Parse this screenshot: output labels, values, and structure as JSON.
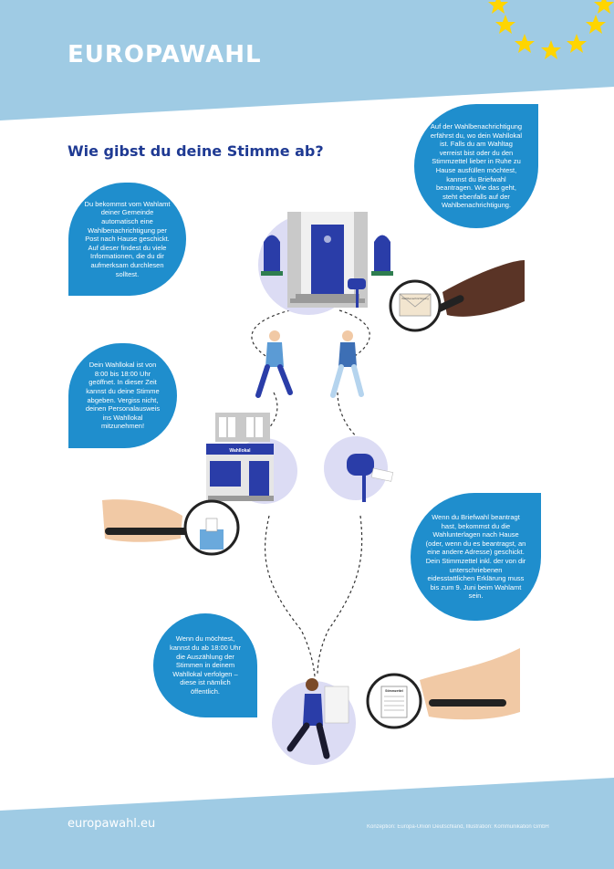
{
  "header": {
    "title": "EUROPAWAHL"
  },
  "main": {
    "heading": "Wie gibst du deine Stimme ab?",
    "bubbles": {
      "notification": "Du bekommst vom Wahlamt deiner Gemeinde automatisch eine Wahlbenachrichtigung per Post nach Hause geschickt. Auf dieser findest du viele Informationen, die du dir aufmerksam durchlesen solltest.",
      "polling_place_info": "Auf der Wahlbenachrichtigung erfährst du, wo dein Wahllokal ist. Falls du am Wahltag verreist bist oder du den Stimmzettel lieber in Ruhe zu Hause ausfüllen möchtest, kannst du Briefwahl beantragen. Wie das geht, steht ebenfalls auf der Wahlbenachrichtigung.",
      "opening_hours": "Dein Wahllokal ist von 8:00 bis 18:00 Uhr geöffnet. In dieser Zeit kannst du deine Stimme abgeben. Vergiss nicht, deinen Personalausweis ins Wahllokal mitzunehmen!",
      "postal_vote": "Wenn du Briefwahl beantragt hast, bekommst du die Wahlunterlagen nach Hause (oder, wenn du es beantragst, an eine andere Adresse) geschickt. Dein Stimmzettel inkl. der von dir unterschriebenen eidesstattlichen Erklärung muss bis zum 9. Juni beim Wahlamt sein.",
      "counting": "Wenn du möchtest, kannst du ab 18:00 Uhr die Auszählung der Stimmen in deinem Wahllokal verfolgen – diese ist nämlich öffentlich."
    },
    "labels": {
      "polling_station_sign": "Wahllokal",
      "ballot_paper": "Stimmzettel",
      "envelope_text": "Wahlbenachrichtigung"
    }
  },
  "footer": {
    "url": "europawahl.eu",
    "credits": "Konzeption: Europa-Union Deutschland, Illustration: Kommunikation GmbH"
  },
  "colors": {
    "band_blue": "#9fcbe4",
    "bubble_blue": "#1f8ecd",
    "heading_navy": "#1f3a93",
    "star_yellow": "#ffd500",
    "circle_lavender": "#dcdcf4"
  }
}
